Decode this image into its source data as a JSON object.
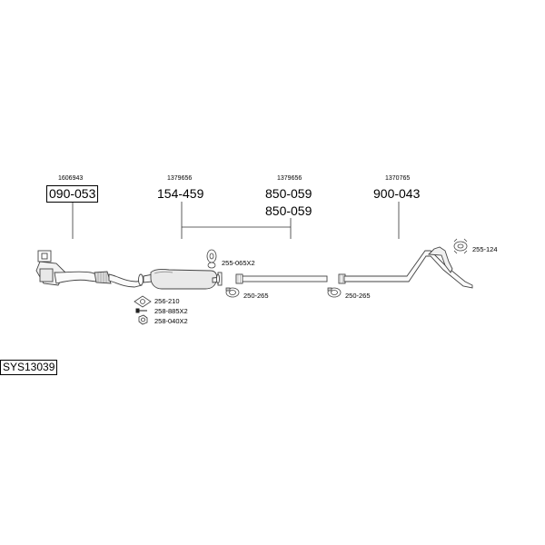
{
  "system_code": "SYS13039",
  "groups": [
    {
      "oem": "1606943",
      "part_numbers": [
        "090-053"
      ]
    },
    {
      "oem": "1379656",
      "part_numbers": [
        "154-459"
      ]
    },
    {
      "oem": "1379656",
      "part_numbers": [
        "850-059",
        "850-059"
      ]
    },
    {
      "oem": "1370765",
      "part_numbers": [
        "900-043"
      ]
    }
  ],
  "accessories": [
    {
      "label": "255-065X2"
    },
    {
      "label": "250-265"
    },
    {
      "label": "250-265"
    },
    {
      "label": "255-124"
    },
    {
      "label": "256-210"
    },
    {
      "label": "258-885X2"
    },
    {
      "label": "258-040X2"
    }
  ]
}
